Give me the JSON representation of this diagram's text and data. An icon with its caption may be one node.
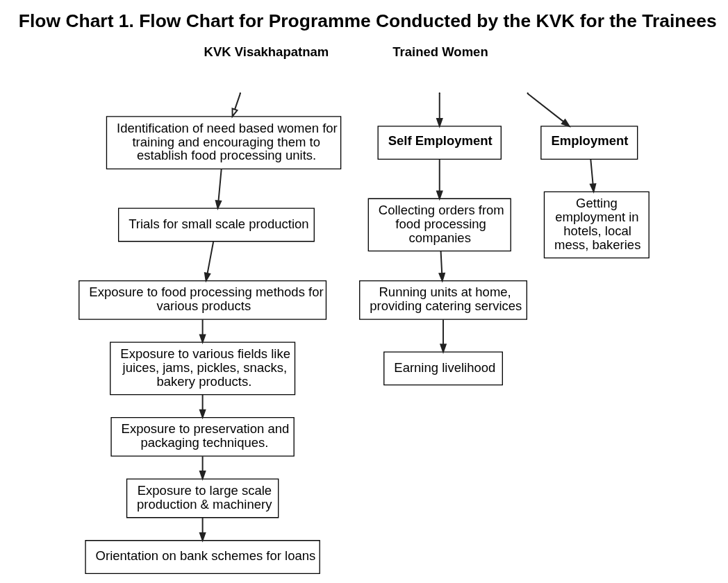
{
  "diagram": {
    "title": "Flow Chart 1. Flow Chart for Programme Conducted by the KVK for the Trainees",
    "nodes": [
      {
        "text": [
          "Identification of need based women for training and encouraging them to establish food processing units."
        ]
      },
      {
        "text": [
          "Trials for small scale production"
        ]
      },
      {
        "text": [
          "Exposure to food processing methods for various products"
        ]
      },
      {
        "text": [
          "Exposure to various fields like juices, jams, pickles, snacks, bakery products."
        ]
      },
      {
        "text": [
          "Exposure to preservation and packaging techniques."
        ]
      },
      {
        "text": [
          "Exposure to large scale production & machinery"
        ]
      },
      {
        "text": [
          "Orientation on bank schemes for loans"
        ]
      },
      {
        "text": [
          "Self Employment"
        ]
      },
      {
        "text": [
          "Employment"
        ]
      },
      {
        "text": [
          "Collecting orders from food processing companies"
        ]
      },
      {
        "text": [
          "Running units at home, providing catering services"
        ]
      },
      {
        "text": [
          "Earning livelihood"
        ]
      },
      {
        "text": [
          "Getting employment in hotels, local mess, bakeries"
        ]
      }
    ],
    "edges": [
      {
        "from": null,
        "to": 0,
        "arrow": "to"
      },
      {
        "from": null,
        "to": 7,
        "arrow": "to"
      },
      {
        "from": null,
        "to": 8,
        "arrow": "to"
      },
      {
        "from": 0,
        "to": 1,
        "arrow": "to"
      },
      {
        "from": 1,
        "to": 2,
        "arrow": "to"
      },
      {
        "from": 2,
        "to": 3,
        "arrow": "to"
      },
      {
        "from": 3,
        "to": 4,
        "arrow": "to"
      },
      {
        "from": 4,
        "to": 5,
        "arrow": "to"
      },
      {
        "from": 5,
        "to": 6,
        "arrow": "to"
      },
      {
        "from": 7,
        "to": 9,
        "arrow": "to"
      },
      {
        "from": 9,
        "to": 10,
        "arrow": "to"
      },
      {
        "from": 10,
        "to": 11,
        "arrow": "to"
      },
      {
        "from": 8,
        "to": 12,
        "arrow": "to"
      }
    ],
    "labels": [
      "KVK Visakhapatnam",
      "Trained Women"
    ]
  }
}
